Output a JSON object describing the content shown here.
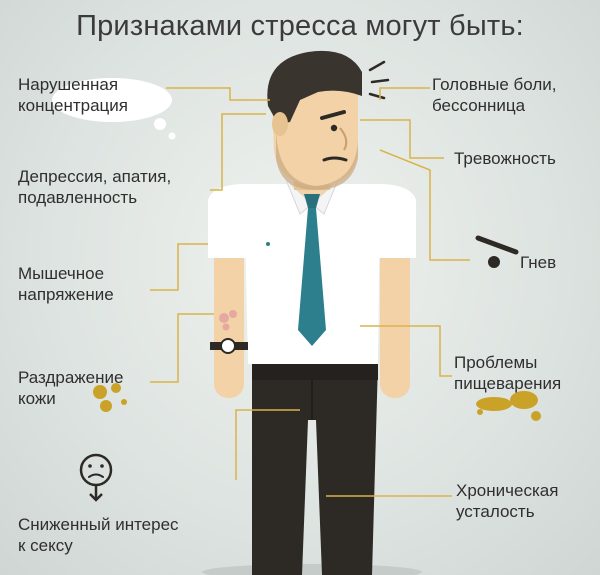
{
  "title": "Признаками стресса могут быть:",
  "symptoms": {
    "concentration": [
      "Нарушенная",
      "концентрация"
    ],
    "headache": [
      "Головные боли,",
      "бессонница"
    ],
    "depression": [
      "Депрессия, апатия,",
      "подавленность"
    ],
    "anxiety": [
      "Тревожность"
    ],
    "anger": [
      "Гнев"
    ],
    "muscle": [
      "Мышечное",
      "напряжение"
    ],
    "skin": [
      "Раздражение",
      "кожи"
    ],
    "digestion": [
      "Проблемы",
      "пищеварения"
    ],
    "fatigue": [
      "Хроническая",
      "усталость"
    ],
    "libido": [
      "Сниженный интерес",
      "к сексу"
    ]
  },
  "colors": {
    "background": "#dfe5e2",
    "leader": "#d9b34a",
    "shirt": "#ffffff",
    "tie": "#2e7f8e",
    "hair": "#3a342e",
    "skin": "#f2d2a6",
    "pants": "#2d2925",
    "stain": "#c9a227"
  },
  "icons": [
    "sad-face-icon",
    "stress-lines-icon",
    "anger-mark-icon",
    "thought-bubble-icon",
    "wristwatch-icon"
  ]
}
